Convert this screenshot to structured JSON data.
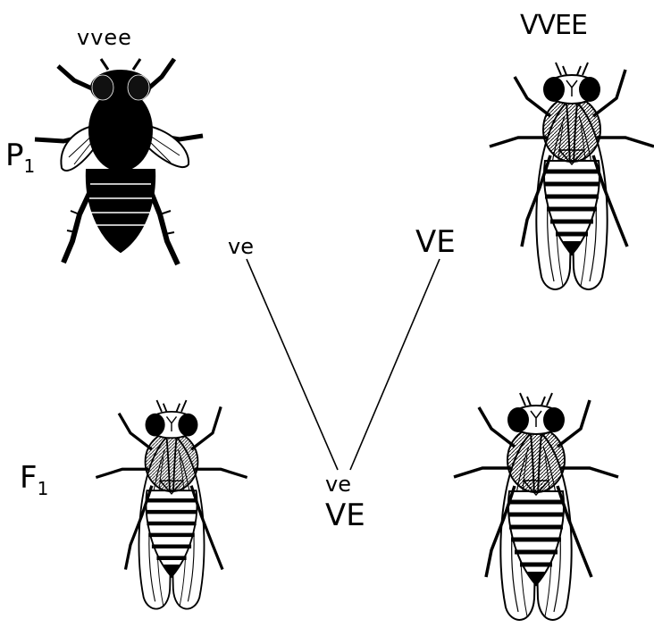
{
  "labels": {
    "genotype_left": "vvee",
    "genotype_right": "VVEE",
    "generation_p": "P",
    "generation_p_sub": "1",
    "generation_f": "F",
    "generation_f_sub": "1",
    "gamete_left": "ve",
    "gamete_right": "VE",
    "offspring_top": "ve",
    "offspring_bottom": "VE"
  },
  "flies": [
    {
      "id": "p1-ebony-vestigial",
      "phenotype": "dark body, vestigial wings"
    },
    {
      "id": "p1-wild-type",
      "phenotype": "wild type"
    },
    {
      "id": "f1-left",
      "phenotype": "wild type"
    },
    {
      "id": "f1-right",
      "phenotype": "wild type"
    }
  ]
}
